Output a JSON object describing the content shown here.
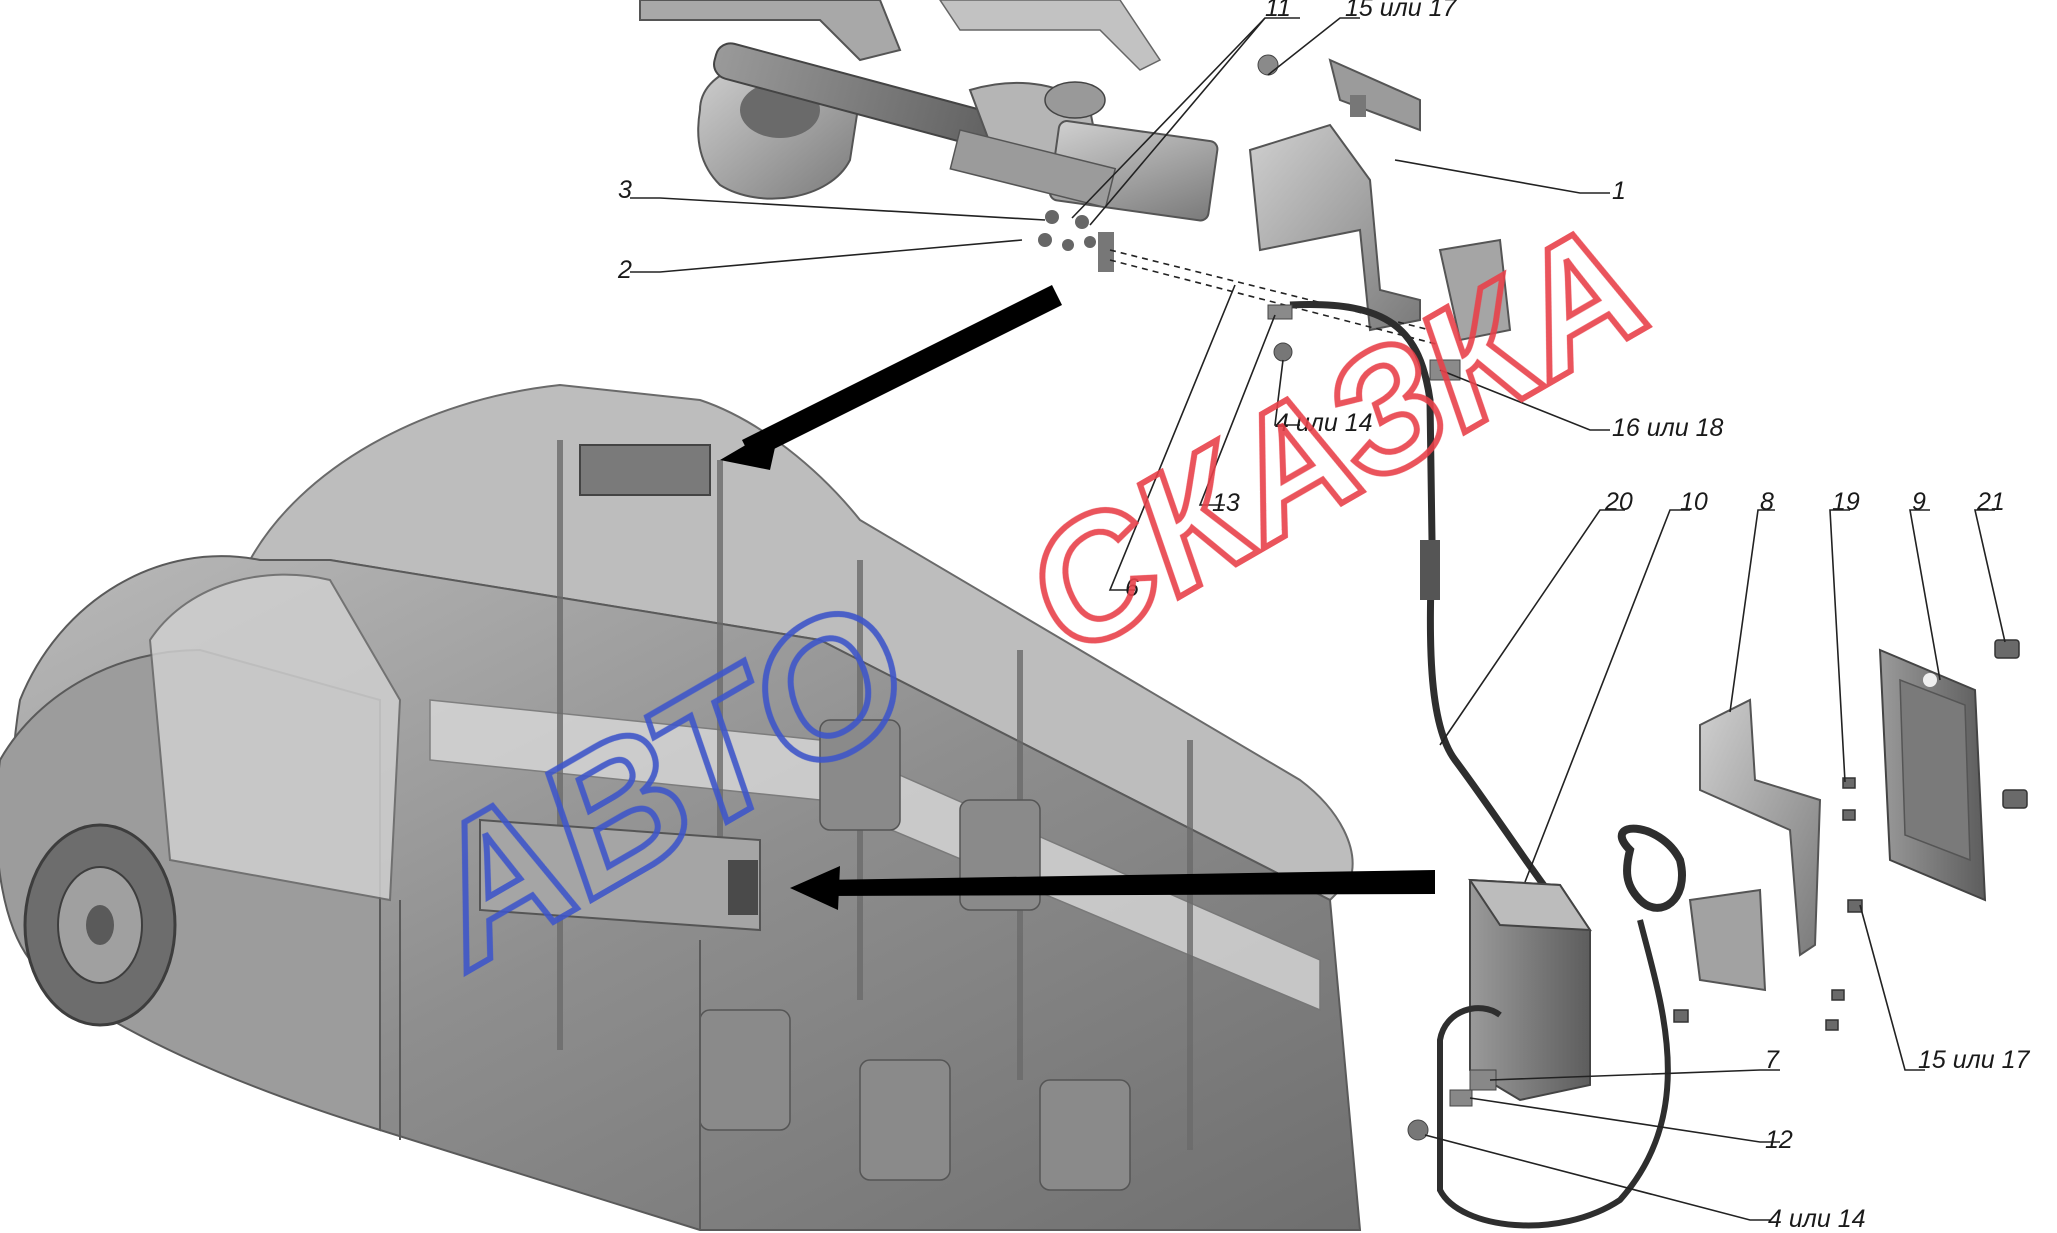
{
  "callouts": {
    "c1": "1",
    "c2": "2",
    "c3": "3",
    "c4a": "4 или 14",
    "c4b": "4 или 14",
    "c6": "6",
    "c7": "7",
    "c8": "8",
    "c9": "9",
    "c10": "10",
    "c11": "11",
    "c12": "12",
    "c13": "13",
    "c15a": "15 или 17",
    "c15b": "15 или 17",
    "c16": "16 или 18",
    "c19": "19",
    "c20": "20",
    "c21": "21"
  },
  "watermark": {
    "word1": "АВТО",
    "word2": "СКАЗКА",
    "color_blue": "#3f56c9",
    "color_red": "#e8414a"
  },
  "colors": {
    "background": "#ffffff",
    "part_gray": "#8c8c8c",
    "part_dark": "#5a5a5a",
    "line": "#222222"
  }
}
